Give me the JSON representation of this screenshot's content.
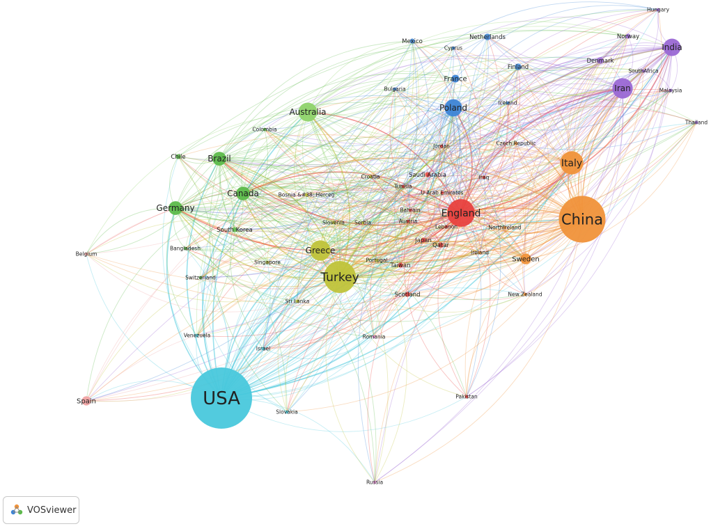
{
  "app": {
    "name": "VOSviewer"
  },
  "colors": {
    "cluster1_red": "#e8413e",
    "cluster2_green": "#5cbb4a",
    "cluster3_blue": "#3d85d6",
    "cluster4_yellow": "#c0c33a",
    "cluster5_purple": "#9a68d4",
    "cluster6_cyan": "#49c8dc",
    "cluster7_orange": "#f0923a",
    "cluster8_pink": "#f0a3a3",
    "cluster9_lightgreen": "#8fd36b",
    "cluster10_magenta": "#e58fd6"
  },
  "network": {
    "nodes": [
      {
        "id": "usa",
        "label": "USA",
        "cluster": "cluster6_cyan",
        "weight": 40
      },
      {
        "id": "china",
        "label": "China",
        "cluster": "cluster7_orange",
        "weight": 30
      },
      {
        "id": "england",
        "label": "England",
        "cluster": "cluster1_red",
        "weight": 17
      },
      {
        "id": "turkey",
        "label": "Turkey",
        "cluster": "cluster4_yellow",
        "weight": 20
      },
      {
        "id": "italy",
        "label": "Italy",
        "cluster": "cluster7_orange",
        "weight": 14
      },
      {
        "id": "greece",
        "label": "Greece",
        "cluster": "cluster4_yellow",
        "weight": 12
      },
      {
        "id": "iran",
        "label": "Iran",
        "cluster": "cluster5_purple",
        "weight": 12
      },
      {
        "id": "australia",
        "label": "Australia",
        "cluster": "cluster9_lightgreen",
        "weight": 11
      },
      {
        "id": "india",
        "label": "India",
        "cluster": "cluster5_purple",
        "weight": 10
      },
      {
        "id": "poland",
        "label": "Poland",
        "cluster": "cluster3_blue",
        "weight": 10
      },
      {
        "id": "germany",
        "label": "Germany",
        "cluster": "cluster2_green",
        "weight": 9
      },
      {
        "id": "brazil",
        "label": "Brazil",
        "cluster": "cluster2_green",
        "weight": 9
      },
      {
        "id": "canada",
        "label": "Canada",
        "cluster": "cluster2_green",
        "weight": 9
      },
      {
        "id": "sweden",
        "label": "Sweden",
        "cluster": "cluster7_orange",
        "weight": 7
      },
      {
        "id": "spain",
        "label": "Spain",
        "cluster": "cluster8_pink",
        "weight": 6
      },
      {
        "id": "france",
        "label": "France",
        "cluster": "cluster3_blue",
        "weight": 5
      },
      {
        "id": "netherlands",
        "label": "Netherlands",
        "cluster": "cluster3_blue",
        "weight": 4
      },
      {
        "id": "finland",
        "label": "Finland",
        "cluster": "cluster3_blue",
        "weight": 4
      },
      {
        "id": "denmark",
        "label": "Denmark",
        "cluster": "cluster5_purple",
        "weight": 4
      },
      {
        "id": "norway",
        "label": "Norway",
        "cluster": "cluster5_purple",
        "weight": 3
      },
      {
        "id": "hungary",
        "label": "Hungary",
        "cluster": "cluster5_purple",
        "weight": 2
      },
      {
        "id": "mexico",
        "label": "Mexico",
        "cluster": "cluster3_blue",
        "weight": 3
      },
      {
        "id": "cyprus",
        "label": "Cyprus",
        "cluster": "cluster3_blue",
        "weight": 2
      },
      {
        "id": "bulgaria",
        "label": "Bulgaria",
        "cluster": "cluster3_blue",
        "weight": 2
      },
      {
        "id": "iceland",
        "label": "Iceland",
        "cluster": "cluster3_blue",
        "weight": 2
      },
      {
        "id": "southafrica",
        "label": "SouthAfrica",
        "cluster": "cluster5_purple",
        "weight": 2
      },
      {
        "id": "malaysia",
        "label": "Malaysia",
        "cluster": "cluster5_purple",
        "weight": 2
      },
      {
        "id": "thailand",
        "label": "Thailand",
        "cluster": "cluster5_purple",
        "weight": 2
      },
      {
        "id": "colombia",
        "label": "Colombia",
        "cluster": "cluster2_green",
        "weight": 2
      },
      {
        "id": "chile",
        "label": "Chile",
        "cluster": "cluster2_green",
        "weight": 3
      },
      {
        "id": "southkorea",
        "label": "South Korea",
        "cluster": "cluster2_green",
        "weight": 3
      },
      {
        "id": "bangladesh",
        "label": "Bangladesh",
        "cluster": "cluster2_green",
        "weight": 2
      },
      {
        "id": "switzerland",
        "label": "Switzerland",
        "cluster": "cluster2_green",
        "weight": 2
      },
      {
        "id": "belgium",
        "label": "Belgium",
        "cluster": "cluster8_pink",
        "weight": 2
      },
      {
        "id": "jordan",
        "label": "Jordan",
        "cluster": "cluster1_red",
        "weight": 2
      },
      {
        "id": "czech",
        "label": "Czech Republic",
        "cluster": "cluster7_orange",
        "weight": 2
      },
      {
        "id": "saudi",
        "label": "Saudi Arabia",
        "cluster": "cluster1_red",
        "weight": 3
      },
      {
        "id": "croatia",
        "label": "Croatia",
        "cluster": "cluster4_yellow",
        "weight": 2
      },
      {
        "id": "iraq",
        "label": "Iraq",
        "cluster": "cluster1_red",
        "weight": 2
      },
      {
        "id": "tunisia",
        "label": "Tunisia",
        "cluster": "cluster1_red",
        "weight": 2
      },
      {
        "id": "uae",
        "label": "U Arab Emirates",
        "cluster": "cluster1_red",
        "weight": 2
      },
      {
        "id": "bosnia",
        "label": "Bosnia &#38; Herceg",
        "cluster": "cluster4_yellow",
        "weight": 2
      },
      {
        "id": "bahrain",
        "label": "Bahrain",
        "cluster": "cluster1_red",
        "weight": 2
      },
      {
        "id": "slovenia",
        "label": "Slovenia",
        "cluster": "cluster4_yellow",
        "weight": 2
      },
      {
        "id": "serbia",
        "label": "Serbia",
        "cluster": "cluster4_yellow",
        "weight": 2
      },
      {
        "id": "austria",
        "label": "Austria",
        "cluster": "cluster1_red",
        "weight": 2
      },
      {
        "id": "lebanon",
        "label": "Lebanon",
        "cluster": "cluster1_red",
        "weight": 2
      },
      {
        "id": "northireland",
        "label": "NorthIreland",
        "cluster": "cluster7_orange",
        "weight": 2
      },
      {
        "id": "japan",
        "label": "Japan",
        "cluster": "cluster1_red",
        "weight": 3
      },
      {
        "id": "qatar",
        "label": "Qatar",
        "cluster": "cluster1_red",
        "weight": 3
      },
      {
        "id": "ireland",
        "label": "Ireland",
        "cluster": "cluster7_orange",
        "weight": 2
      },
      {
        "id": "singapore",
        "label": "Singapore",
        "cluster": "cluster4_yellow",
        "weight": 2
      },
      {
        "id": "portugal",
        "label": "Portugal",
        "cluster": "cluster4_yellow",
        "weight": 2
      },
      {
        "id": "taiwan",
        "label": "Taiwan",
        "cluster": "cluster1_red",
        "weight": 3
      },
      {
        "id": "scotland",
        "label": "Scotland",
        "cluster": "cluster1_red",
        "weight": 3
      },
      {
        "id": "srilanka",
        "label": "Sri Lanka",
        "cluster": "cluster4_yellow",
        "weight": 2
      },
      {
        "id": "newzealand",
        "label": "New Zealand",
        "cluster": "cluster7_orange",
        "weight": 2
      },
      {
        "id": "venezuela",
        "label": "Venezuela",
        "cluster": "cluster6_cyan",
        "weight": 2
      },
      {
        "id": "israel",
        "label": "Israel",
        "cluster": "cluster6_cyan",
        "weight": 2
      },
      {
        "id": "romania",
        "label": "Romania",
        "cluster": "cluster10_magenta",
        "weight": 2
      },
      {
        "id": "pakistan",
        "label": "Pakistan",
        "cluster": "cluster1_red",
        "weight": 2
      },
      {
        "id": "slovakia",
        "label": "Slovakia",
        "cluster": "cluster6_cyan",
        "weight": 2
      },
      {
        "id": "russia",
        "label": "Russia",
        "cluster": "cluster10_magenta",
        "weight": 2
      }
    ]
  }
}
